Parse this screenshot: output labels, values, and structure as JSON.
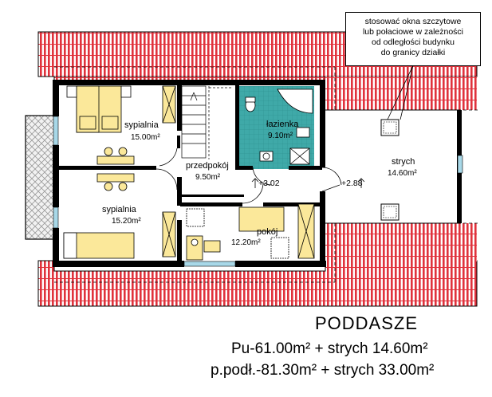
{
  "drawing": {
    "title": "PODDASZE",
    "summary_line1": "Pu-61.00m² + strych 14.60m²",
    "summary_line2": "p.podł.-81.30m² + strych 33.00m²"
  },
  "note": {
    "lines": [
      "stosować okna szczytowe",
      "lub połaciowe w zależności",
      "od odległości budynku",
      "do granicy działki"
    ]
  },
  "rooms": [
    {
      "name": "sypialnia",
      "area": "15.00m²"
    },
    {
      "name": "sypialnia",
      "area": "15.20m²"
    },
    {
      "name": "przedpokój",
      "area": "9.50m²"
    },
    {
      "name": "łazienka",
      "area": "9.10m²"
    },
    {
      "name": "pokój",
      "area": "12.20m²"
    },
    {
      "name": "strych",
      "area": "14.60m²"
    }
  ],
  "levels": [
    "+3.02",
    "+2.88"
  ],
  "colors": {
    "roof": "#e0323c",
    "wall": "#000000",
    "furniture": "#fbe89a",
    "bathroom": "#3fa9a8",
    "window": "#a8d8e8",
    "balcony": "#c8c8c8"
  }
}
